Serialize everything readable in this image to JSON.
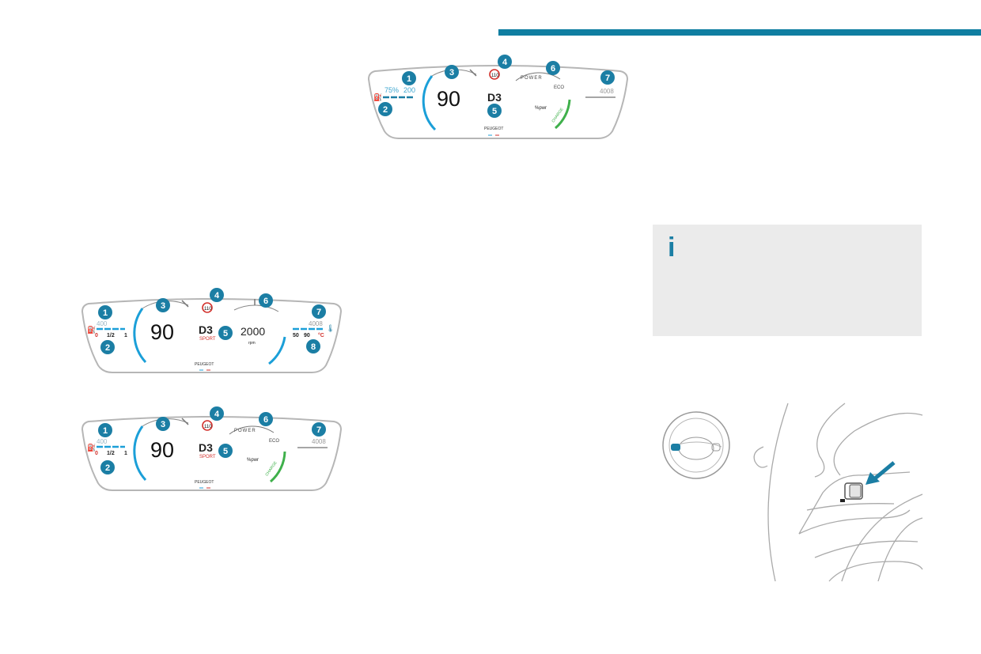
{
  "page": {
    "accent_color": "#1b7ea4",
    "bar_color": "#0f7ea1"
  },
  "info_box": {
    "icon": "info-icon"
  },
  "clusters": {
    "hybrid_top": {
      "speed": "90",
      "gear": "D3",
      "speed_limit": "110",
      "charge_pct": "75%",
      "range": "200",
      "odometer": "4008",
      "brand": "PEUGEOT",
      "power_label": "POWER",
      "eco_label": "ECO",
      "charge_label": "CHARGE",
      "power_unit": "%pwr",
      "markers": [
        "1",
        "2",
        "3",
        "4",
        "5",
        "6",
        "7"
      ]
    },
    "petrol": {
      "speed": "90",
      "gear": "D3",
      "mode": "SPORT",
      "speed_limit": "110",
      "range": "400",
      "fuel_ticks": [
        "0",
        "1/2",
        "1"
      ],
      "rpm_value": "2000",
      "rpm_unit": "rpm",
      "odometer": "4008",
      "temp_ticks": [
        "50",
        "90"
      ],
      "temp_unit": "°C",
      "brand": "PEUGEOT",
      "markers": [
        "1",
        "2",
        "3",
        "4",
        "5",
        "6",
        "7",
        "8"
      ]
    },
    "hybrid_bottom": {
      "speed": "90",
      "gear": "D3",
      "mode": "SPORT",
      "speed_limit": "110",
      "range": "400",
      "fuel_ticks": [
        "0",
        "1/2",
        "1"
      ],
      "odometer": "4008",
      "brand": "PEUGEOT",
      "power_label": "POWER",
      "eco_label": "ECO",
      "charge_label": "CHARGE",
      "power_unit": "%pwr",
      "markers": [
        "1",
        "2",
        "3",
        "4",
        "5",
        "6",
        "7"
      ]
    }
  }
}
